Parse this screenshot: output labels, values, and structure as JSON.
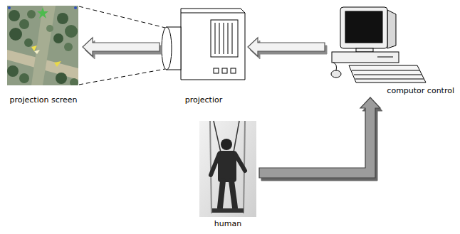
{
  "diagram": {
    "nodes": [
      {
        "text": [
          "projection screen"
        ]
      },
      {
        "text": [
          "projectior"
        ]
      },
      {
        "text": [
          "computor control"
        ]
      },
      {
        "text": [
          "human"
        ]
      }
    ],
    "edges": [
      {
        "from": 2,
        "to": 1,
        "arrow": "to"
      },
      {
        "from": 1,
        "to": 0,
        "arrow": "to"
      },
      {
        "from": 3,
        "to": 2,
        "arrow": "to"
      }
    ]
  }
}
